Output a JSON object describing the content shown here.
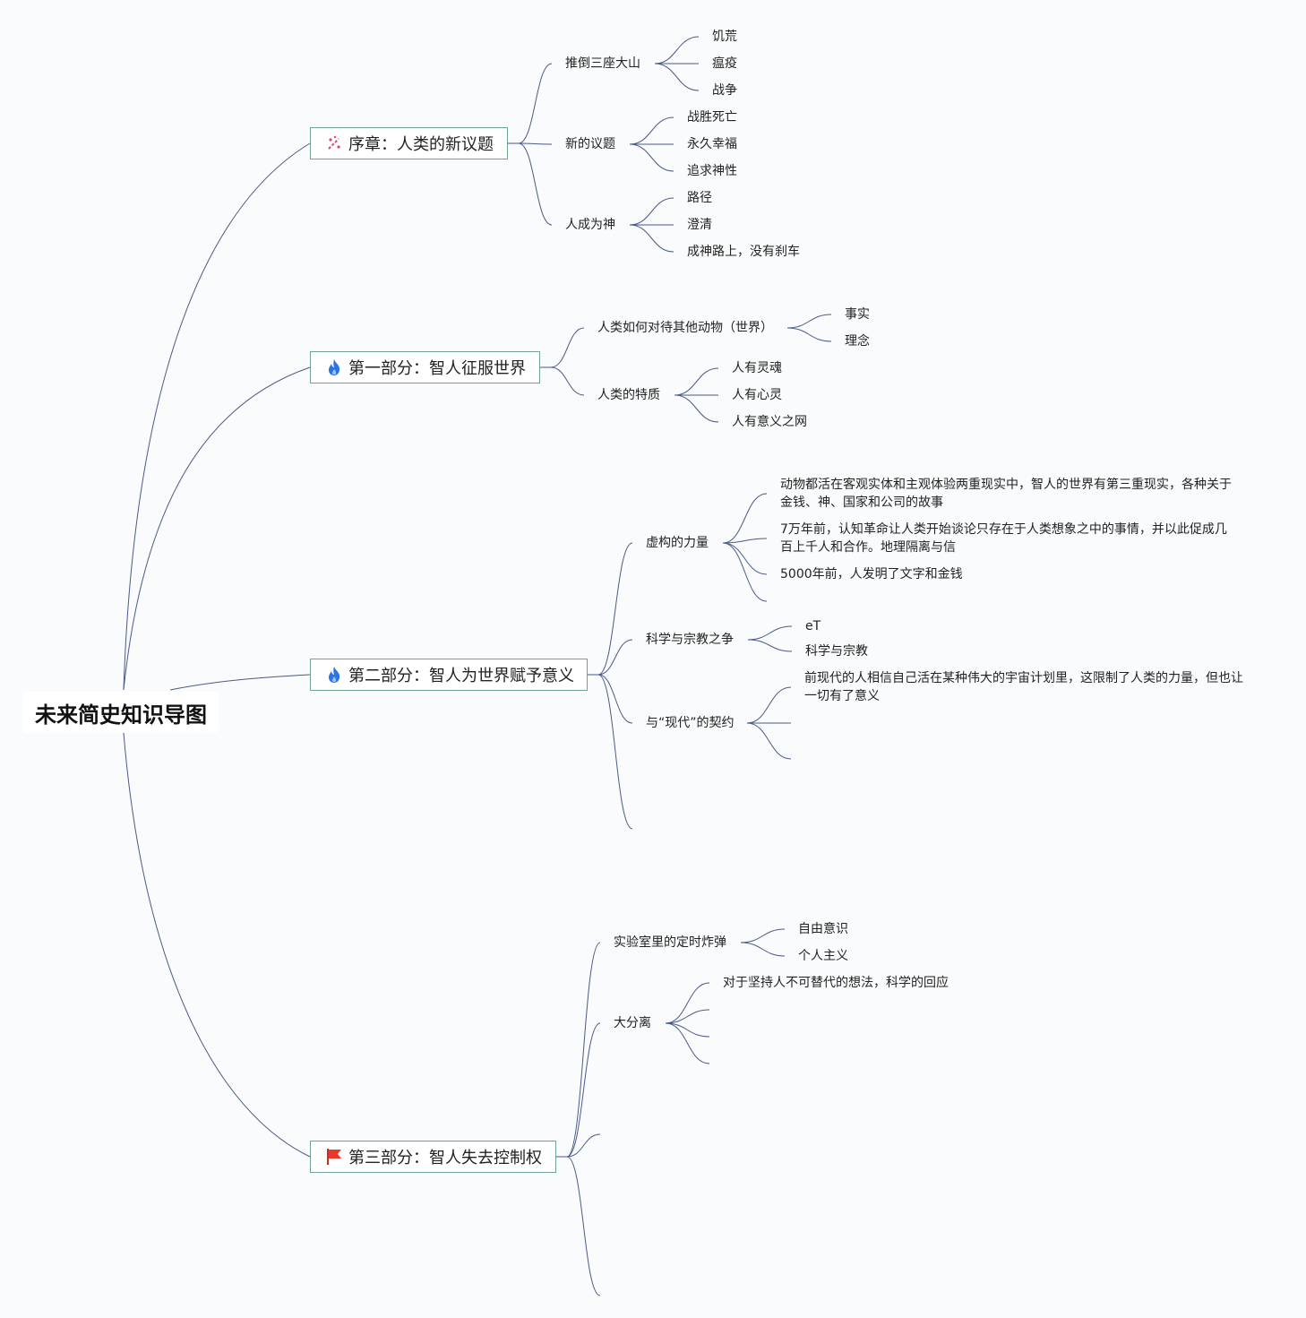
{
  "root": {
    "label": "未来简史知识导图"
  },
  "sections": [
    {
      "label": "序章：人类的新议题",
      "icon": "sparkle-icon",
      "topics": [
        {
          "label": "推倒三座大山",
          "leaves": [
            "饥荒",
            "瘟疫",
            "战争"
          ]
        },
        {
          "label": "新的议题",
          "leaves": [
            "战胜死亡",
            "永久幸福",
            "追求神性"
          ]
        },
        {
          "label": "人成为神",
          "leaves": [
            "路径",
            "澄清",
            "成神路上，没有刹车"
          ]
        }
      ]
    },
    {
      "label": "第一部分：智人征服世界",
      "icon": "flame-icon",
      "topics": [
        {
          "label": "人类如何对待其他动物（世界）",
          "leaves": [
            "事实",
            "理念"
          ]
        },
        {
          "label": "人类的特质",
          "leaves": [
            "人有灵魂",
            "人有心灵",
            "人有意义之网"
          ]
        }
      ]
    },
    {
      "label": "第二部分：智人为世界赋予意义",
      "icon": "flame-icon",
      "topics": [
        {
          "label": "虚构的力量",
          "leaves": [
            "动物都活在客观实体和主观体验两重现实中，智人的世界有第三重现实，各种关于金钱、神、国家和公司的故事",
            "7万年前，认知革命让人类开始谈论只存在于人类想象之中的事情，并以此促成几百上千人和合作。地理隔离与信",
            "5000年前，人发明了文字和金钱",
            ""
          ]
        },
        {
          "label": "科学与宗教之争",
          "leaves": [
            "eT",
            "科学与宗教"
          ]
        },
        {
          "label": "与“现代”的契约",
          "leaves": [
            "前现代的人相信自己活在某种伟大的宇宙计划里，这限制了人类的力量，但也让一切有了意义",
            "",
            ""
          ]
        },
        {
          "label": "",
          "leaves": []
        }
      ]
    },
    {
      "label": "第三部分：智人失去控制权",
      "icon": "flag-icon",
      "topics": [
        {
          "label": "实验室里的定时炸弹",
          "leaves": [
            "自由意识",
            "个人主义"
          ]
        },
        {
          "label": "大分离",
          "leaves": [
            "对于坚持人不可替代的想法，科学的回应",
            "",
            "",
            ""
          ]
        },
        {
          "label": "",
          "leaves": []
        },
        {
          "label": "",
          "leaves": []
        }
      ]
    }
  ]
}
